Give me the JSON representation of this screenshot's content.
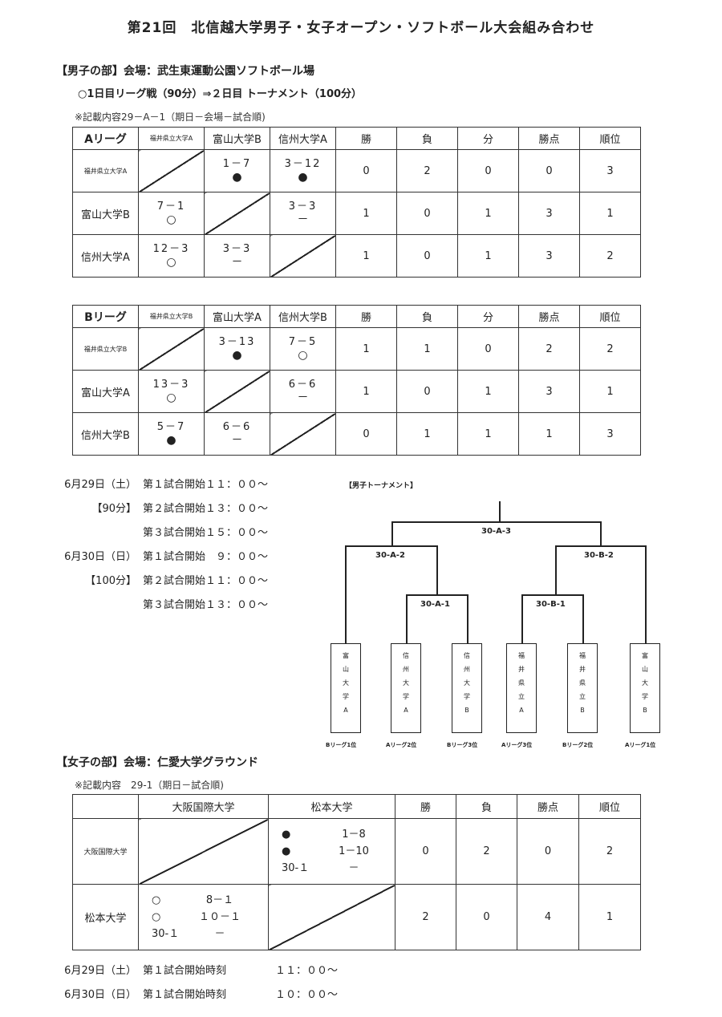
{
  "title": "第21回　北信越大学男子・女子オープン・ソフトボール大会組み合わせ",
  "men": {
    "heading": "【男子の部】会場：武生東運動公園ソフトボール場",
    "format": "○1日目リーグ戦（90分）⇒２日目 トーナメント（100分）",
    "note": "※記載内容29－A－1（期日－会場－試合順)",
    "columns": [
      "勝",
      "負",
      "分",
      "勝点",
      "順位"
    ],
    "leagues": [
      {
        "name": "Aリーグ",
        "teams": [
          "福井県立大学A",
          "富山大学B",
          "信州大学A"
        ],
        "rows": [
          {
            "team": "福井県立大学A",
            "r1": [
              "",
              ""
            ],
            "r2": [
              "1－7",
              "●"
            ],
            "r3": [
              "3－12",
              "●"
            ],
            "stats": [
              "0",
              "2",
              "0",
              "0",
              "3"
            ]
          },
          {
            "team": "富山大学B",
            "r1": [
              "7－1",
              "○"
            ],
            "r2": [
              "",
              ""
            ],
            "r3": [
              "3－3",
              "－"
            ],
            "stats": [
              "1",
              "0",
              "1",
              "3",
              "1"
            ]
          },
          {
            "team": "信州大学A",
            "r1": [
              "12－3",
              "○"
            ],
            "r2": [
              "3－3",
              "－"
            ],
            "r3": [
              "",
              ""
            ],
            "stats": [
              "1",
              "0",
              "1",
              "3",
              "2"
            ]
          }
        ]
      },
      {
        "name": "Bリーグ",
        "teams": [
          "福井県立大学B",
          "富山大学A",
          "信州大学B"
        ],
        "rows": [
          {
            "team": "福井県立大学B",
            "r1": [
              "",
              ""
            ],
            "r2": [
              "3－13",
              "●"
            ],
            "r3": [
              "7－5",
              "○"
            ],
            "stats": [
              "1",
              "1",
              "0",
              "2",
              "2"
            ]
          },
          {
            "team": "富山大学A",
            "r1": [
              "13－3",
              "○"
            ],
            "r2": [
              "",
              ""
            ],
            "r3": [
              "6－6",
              "－"
            ],
            "stats": [
              "1",
              "0",
              "1",
              "3",
              "1"
            ]
          },
          {
            "team": "信州大学B",
            "r1": [
              "5－7",
              "●"
            ],
            "r2": [
              "6－6",
              "－"
            ],
            "r3": [
              "",
              ""
            ],
            "stats": [
              "0",
              "1",
              "1",
              "1",
              "3"
            ]
          }
        ]
      }
    ],
    "schedule": [
      {
        "date": "6月29日（土）",
        "label": "第１試合開始１１：００～"
      },
      {
        "date": "【90分】",
        "label": "第２試合開始１３：００～"
      },
      {
        "date": "",
        "label": "第３試合開始１５：００～"
      },
      {
        "date": "6月30日（日）",
        "label": "第１試合開始　９：００～"
      },
      {
        "date": "【100分】",
        "label": "第２試合開始１１：００～"
      },
      {
        "date": "",
        "label": "第３試合開始１３：００～"
      }
    ],
    "tournament": {
      "title": "【男子トーナメント】",
      "matches": {
        "final": "30-A-3",
        "left_semi": "30-A-2",
        "right_semi": "30-B-2",
        "left_qf": "30-A-1",
        "right_qf": "30-B-1"
      },
      "teams": [
        {
          "chars": [
            "富",
            "山",
            "大",
            "学",
            "A"
          ],
          "seed": "Bリーグ1位"
        },
        {
          "chars": [
            "信",
            "州",
            "大",
            "学",
            "A"
          ],
          "seed": "Aリーグ2位"
        },
        {
          "chars": [
            "信",
            "州",
            "大",
            "学",
            "B"
          ],
          "seed": "Bリーグ3位"
        },
        {
          "chars": [
            "福",
            "井",
            "県",
            "立",
            "A"
          ],
          "seed": "Aリーグ3位"
        },
        {
          "chars": [
            "福",
            "井",
            "県",
            "立",
            "B"
          ],
          "seed": "Bリーグ2位"
        },
        {
          "chars": [
            "富",
            "山",
            "大",
            "学",
            "B"
          ],
          "seed": "Aリーグ1位"
        }
      ]
    }
  },
  "women": {
    "heading": "【女子の部】会場：仁愛大学グラウンド",
    "note": "※記載内容　29-1（期日－試合順)",
    "teams": [
      "大阪国際大学",
      "松本大学"
    ],
    "columns": [
      "勝",
      "負",
      "勝点",
      "順位"
    ],
    "rows": [
      {
        "team": "大阪国際大学",
        "lines": [
          [
            "●",
            "1－8"
          ],
          [
            "●",
            "1－10"
          ],
          [
            "30-１",
            "－"
          ]
        ],
        "stats": [
          "0",
          "2",
          "0",
          "2"
        ]
      },
      {
        "team": "松本大学",
        "lines": [
          [
            "○",
            "8－１"
          ],
          [
            "○",
            "１０－１"
          ],
          [
            "30-１",
            "－"
          ]
        ],
        "stats": [
          "2",
          "0",
          "4",
          "1"
        ]
      }
    ],
    "schedule": [
      {
        "date": "6月29日（土）",
        "label": "第１試合開始時刻",
        "time": "１１：００～"
      },
      {
        "date": "6月30日（日）",
        "label": "第１試合開始時刻",
        "time": "１０：００～"
      }
    ]
  }
}
